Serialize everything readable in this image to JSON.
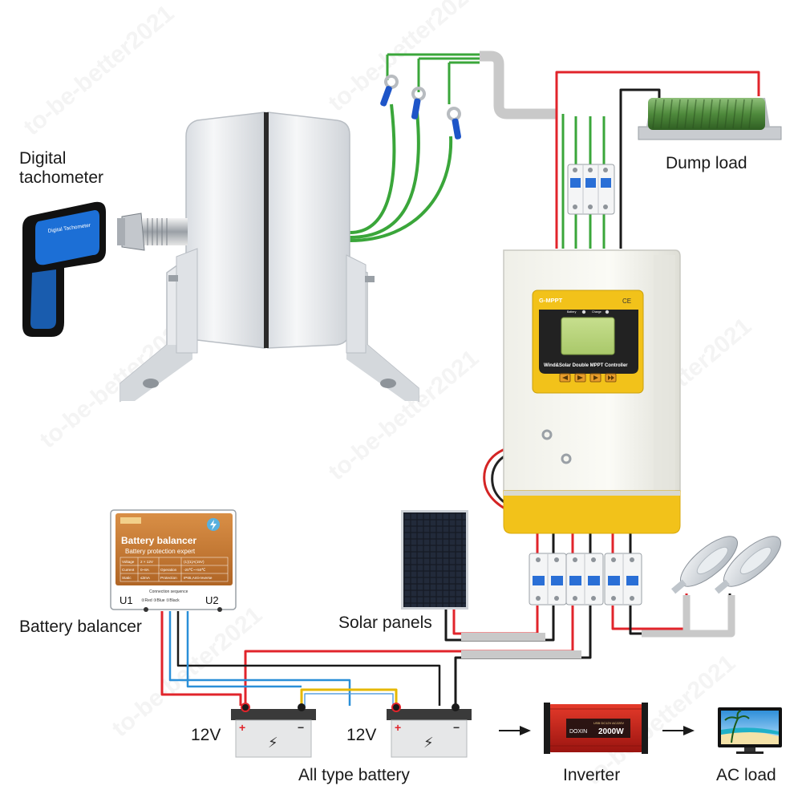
{
  "labels": {
    "tachometer_line1": "Digital",
    "tachometer_line2": "tachometer",
    "dump_load": "Dump load",
    "battery_balancer": "Battery balancer",
    "solar_panels": "Solar panels",
    "battery": "All type battery",
    "inverter": "Inverter",
    "ac_load": "AC load",
    "voltage_1": "12V",
    "voltage_2": "12V"
  },
  "tachometer": {
    "screen_text": "Digital Tachometer"
  },
  "controller": {
    "brand": "G-MPPT",
    "battery_indicator": "Battery",
    "charge_indicator": "Charge",
    "ce_mark": "CE",
    "title": "Wind&Solar Double MPPT Controller"
  },
  "balancer": {
    "title": "Battery balancer",
    "subtitle": "Battery protection expert",
    "rows": [
      [
        "Voltage",
        "2 × 12V",
        "",
        "(1)(1)A(15V)"
      ],
      [
        "Current",
        "0~8A",
        "Operation",
        "-20℃~+50℃"
      ],
      [
        "Static",
        "≤3mA",
        "Protection",
        "IP65,Anti-reverse"
      ]
    ],
    "connection_label": "Connection sequence",
    "terminal_left": "U1",
    "terminal_right": "U2",
    "wire_legend": "②Red ③Blue ①Black"
  },
  "inverter_device": {
    "brand": "DOXIN",
    "power": "2000W",
    "usb_text": "USB DC12V AC220V"
  },
  "battery_symbols": {
    "plus": "+",
    "minus": "−",
    "bolt": "⚡"
  },
  "watermark": "to-be-better2021",
  "colors": {
    "wire_red": "#e1242b",
    "wire_black": "#1a1a1a",
    "wire_green": "#3aa63a",
    "wire_blue": "#2a8fd8",
    "wire_yellow": "#e6b800",
    "controller_yellow": "#f2c21a",
    "balancer_orange": "#c87a33"
  }
}
